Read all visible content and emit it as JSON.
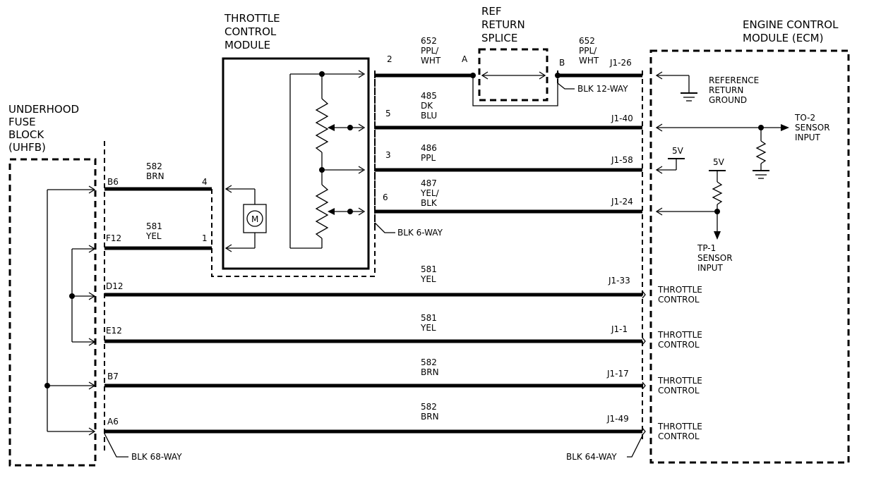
{
  "blocks": {
    "uhfb": [
      "UNDERHOOD",
      "FUSE",
      "BLOCK",
      "(UHFB)"
    ],
    "tcm": [
      "THROTTLE",
      "CONTROL",
      "MODULE"
    ],
    "splice": [
      "REF",
      "RETURN",
      "SPLICE"
    ],
    "ecm": [
      "ENGINE CONTROL",
      "MODULE (ECM)"
    ]
  },
  "connectors": {
    "uhfb": "BLK 68-WAY",
    "tcm": "BLK 6-WAY",
    "splice": "BLK 12-WAY",
    "ecm": "BLK 64-WAY"
  },
  "uhfb_wires": [
    {
      "circuit": [
        "582",
        "BRN"
      ],
      "from": "B6",
      "to": "4"
    },
    {
      "circuit": [
        "581",
        "YEL"
      ],
      "from": "F12",
      "to": "1"
    }
  ],
  "tcm_wires": [
    {
      "pin": "2",
      "circuit": [
        "652",
        "PPL/",
        "WHT"
      ],
      "splice_pin": "A"
    },
    {
      "pin": "5",
      "circuit": [
        "485",
        "DK",
        "BLU"
      ],
      "ecm_pin": "J1-40"
    },
    {
      "pin": "3",
      "circuit": [
        "486",
        "PPL"
      ],
      "ecm_pin": "J1-58"
    },
    {
      "pin": "6",
      "circuit": [
        "487",
        "YEL/",
        "BLK"
      ],
      "ecm_pin": "J1-24"
    }
  ],
  "splice_wire": {
    "pin": "B",
    "circuit": [
      "652",
      "PPL/",
      "WHT"
    ],
    "ecm_pin": "J1-26"
  },
  "long_wires": [
    {
      "from": "D12",
      "circuit": [
        "581",
        "YEL"
      ],
      "ecm_pin": "J1-33",
      "dest": [
        "THROTTLE",
        "CONTROL"
      ]
    },
    {
      "from": "E12",
      "circuit": [
        "581",
        "YEL"
      ],
      "ecm_pin": "J1-1",
      "dest": [
        "THROTTLE",
        "CONTROL"
      ]
    },
    {
      "from": "B7",
      "circuit": [
        "582",
        "BRN"
      ],
      "ecm_pin": "J1-17",
      "dest": [
        "THROTTLE",
        "CONTROL"
      ]
    },
    {
      "from": "A6",
      "circuit": [
        "582",
        "BRN"
      ],
      "ecm_pin": "J1-49",
      "dest": [
        "THROTTLE",
        "CONTROL"
      ]
    }
  ],
  "ecm_internal": {
    "ref_ground": [
      "REFERENCE",
      "RETURN",
      "GROUND"
    ],
    "to2": [
      "TO-2",
      "SENSOR",
      "INPUT"
    ],
    "tp1": [
      "TP-1",
      "SENSOR",
      "INPUT"
    ],
    "v5a": "5V",
    "v5b": "5V"
  },
  "motor": "M"
}
